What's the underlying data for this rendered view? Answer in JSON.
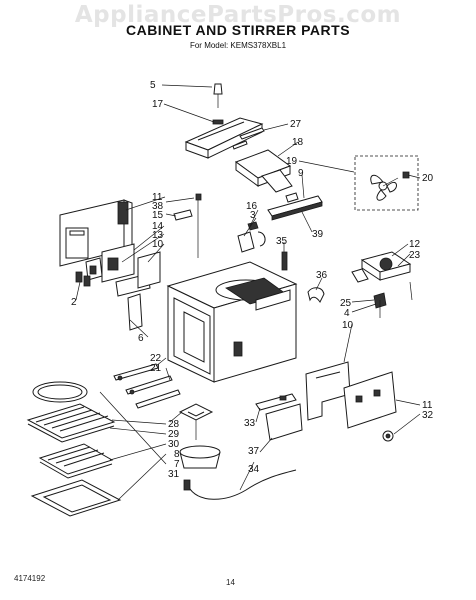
{
  "header": {
    "watermark": "AppliancePartsPros.com",
    "title": "CABINET AND STIRRER PARTS",
    "model": "For Model: KEMS378XBL1"
  },
  "footer": {
    "doc_number": "4174192",
    "page_number": "14"
  },
  "callouts": {
    "c2": "2",
    "c3": "3",
    "c4": "4",
    "c5": "5",
    "c6": "6",
    "c7": "7",
    "c8": "8",
    "c9": "9",
    "c10a": "10",
    "c10b": "10",
    "c11a": "11",
    "c11b": "11",
    "c12": "12",
    "c13": "13",
    "c14": "14",
    "c15": "15",
    "c16": "16",
    "c17": "17",
    "c18": "18",
    "c19": "19",
    "c20": "20",
    "c21": "21",
    "c22": "22",
    "c23": "23",
    "c25": "25",
    "c27": "27",
    "c28": "28",
    "c29": "29",
    "c30": "30",
    "c31": "31",
    "c32": "32",
    "c33": "33",
    "c34": "34",
    "c35": "35",
    "c36": "36",
    "c37": "37",
    "c38": "38",
    "c39": "39"
  }
}
